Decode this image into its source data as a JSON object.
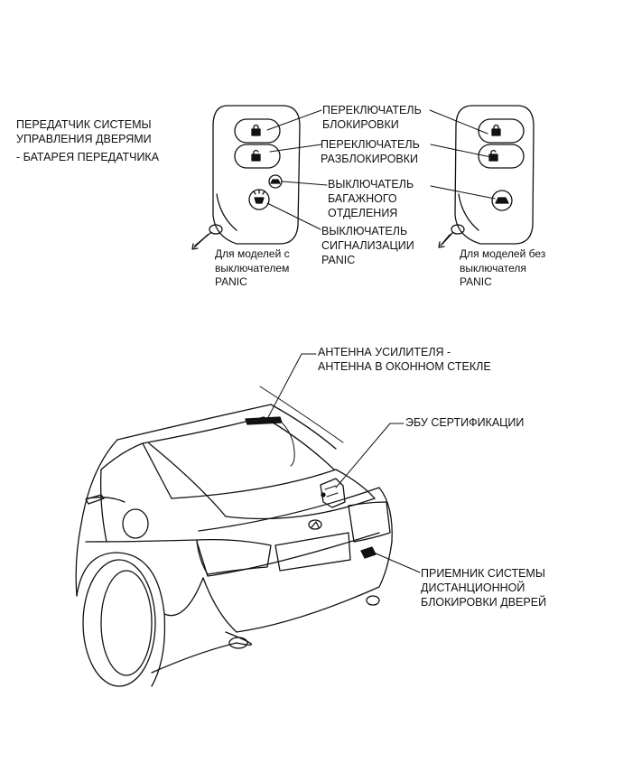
{
  "left_title": {
    "line1": "ПЕРЕДАТЧИК СИСТЕМЫ",
    "line2": "УПРАВЛЕНИЯ ДВЕРЯМИ",
    "line3": "- БАТАРЕЯ ПЕРЕДАТЧИКА"
  },
  "callouts": {
    "lock_switch": "ПЕРЕКЛЮЧАТЕЛЬ\nБЛОКИРОВКИ",
    "unlock_switch": "ПЕРЕКЛЮЧАТЕЛЬ\nРАЗБЛОКИРОВКИ",
    "trunk_switch": "ВЫКЛЮЧАТЕЛЬ\nБАГАЖНОГО\nОТДЕЛЕНИЯ",
    "panic_switch": "ВЫКЛЮЧАТЕЛЬ\nСИГНАЛИЗАЦИИ\nPANIC",
    "booster_antenna": "АНТЕННА УСИЛИТЕЛЯ -\nАНТЕННА В ОКОННОМ СТЕКЛЕ",
    "ecu": "ЭБУ СЕРТИФИКАЦИИ",
    "receiver": "ПРИЕМНИК СИСТЕМЫ\nДИСТАНЦИОННОЙ\nБЛОКИРОВКИ ДВЕРЕЙ"
  },
  "captions": {
    "with_panic": "Для моделей с\nвыключателем\nPANIC",
    "without_panic": "Для моделей без\nвыключателя\nPANIC"
  },
  "icons": [
    "lock-icon",
    "unlock-icon",
    "trunk-icon",
    "panic-icon",
    "key-icon",
    "lexus-emblem-icon"
  ]
}
